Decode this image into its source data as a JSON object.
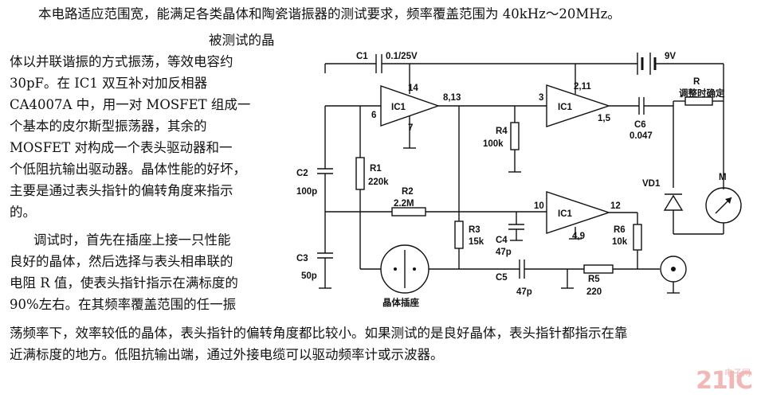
{
  "description_lines": [
    "本电路适应范围宽，能满足各类晶体和陶瓷谐振器的测试要求，频率覆盖范围为 40kHz～20MHz。",
    "被测试的晶",
    "体以并联谐振的方式振荡，等效电容约",
    "30pF。在 IC1 双互补对加反相器",
    "CA4007A 中，用一对 MOSFET 组成一",
    "个基本的皮尔斯型振荡器，其余的",
    "MOSFET 对构成一个表头驱动器和一",
    "个低阻抗输出驱动器。晶体性能的好坏，",
    "主要是通过表头指针的偏转角度来指示",
    "的。",
    "调试时，首先在插座上接一只性能",
    "良好的晶体，然后选择与表头相串联的",
    "电阻 R 值，使表头指针指示在满标度的",
    "90%左右。在其频率覆盖范围的任一振",
    "荡频率下，效率较低的晶体，表头指针的偏转角度都比较小。如果测试的是良好晶体，表头指针都指示在靠",
    "近满标度的地方。低阻抗输出端，通过外接电缆可以驱动频率计或示波器。"
  ],
  "circuit": {
    "labels": {
      "c1": "C1",
      "c1_value": "0.1/25V",
      "battery": "9V",
      "r_meter": "R",
      "r_meter_note": "调整时确定",
      "ic_top_left": "IC1",
      "ic_top_right": "IC1",
      "ic_bottom": "IC1",
      "pin14": "14",
      "pin6": "6",
      "pin7": "7",
      "pin813": "8,13",
      "pin3": "3",
      "pin211": "2,11",
      "pin15": "1,5",
      "pin10": "10",
      "pin12": "12",
      "pin49": "4,9",
      "c6": "C6",
      "c6_value": "0.047",
      "r4": "R4",
      "r4_value": "100k",
      "c2": "C2",
      "c2_value": "100p",
      "r1": "R1",
      "r1_value": "220k",
      "r2": "R2",
      "r2_value": "2.2M",
      "r3": "R3",
      "r3_value": "15k",
      "c4": "C4",
      "c4_value": "47p",
      "c3": "C3",
      "c3_value": "50p",
      "c5": "C5",
      "c5_value": "47p",
      "r5": "R5",
      "r5_value": "220",
      "r6": "R6",
      "r6_value": "10k",
      "vd1": "VD1",
      "meter": "M",
      "socket": "晶体插座"
    }
  },
  "watermark": {
    "main": "21IC",
    "sub": "电子网"
  }
}
